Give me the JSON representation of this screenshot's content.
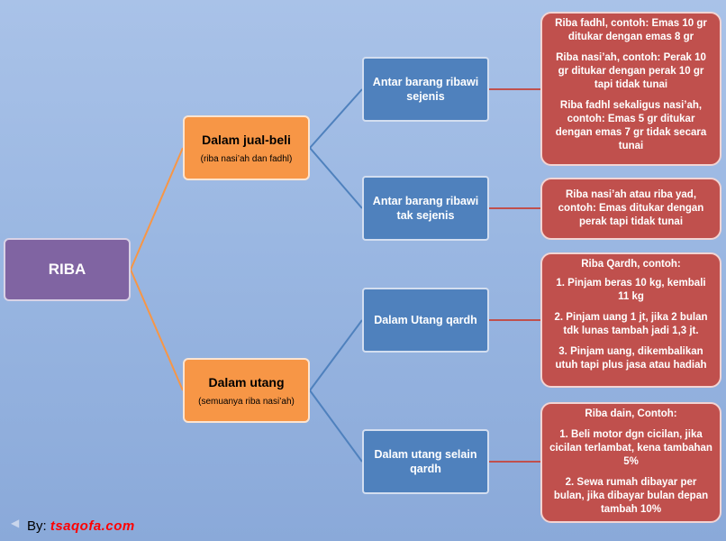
{
  "root": {
    "label": "RIBA"
  },
  "branches": [
    {
      "title": "Dalam jual-beli",
      "subtitle": "(riba nasi’ah  dan fadhl)",
      "children": [
        {
          "label": "Antar barang ribawi sejenis",
          "details": [
            "Riba fadhl, contoh: Emas 10 gr ditukar dengan emas 8 gr",
            "Riba nasi’ah, contoh: Perak 10 gr ditukar dengan perak 10 gr tapi tidak tunai",
            "Riba fadhl sekaligus nasi’ah, contoh: Emas 5 gr ditukar dengan emas 7 gr tidak secara tunai"
          ]
        },
        {
          "label": "Antar barang ribawi tak sejenis",
          "details": [
            "Riba nasi’ah atau riba yad, contoh: Emas ditukar dengan perak tapi tidak tunai"
          ]
        }
      ]
    },
    {
      "title": "Dalam utang",
      "subtitle": "(semuanya riba nasi’ah)",
      "children": [
        {
          "label": "Dalam Utang qardh",
          "details": [
            "Riba Qardh, contoh:",
            "1. Pinjam  beras 10 kg, kembali 11 kg",
            "2. Pinjam  uang 1 jt, jika 2 bulan tdk lunas tambah jadi 1,3 jt.",
            "3. Pinjam  uang,  dikembalikan utuh tapi plus jasa atau hadiah"
          ]
        },
        {
          "label": "Dalam utang selain qardh",
          "details": [
            "Riba dain, Contoh:",
            "1. Beli motor dgn cicilan,  jika cicilan terlambat, kena tambahan 5%",
            "2. Sewa rumah dibayar per bulan, jika dibayar bulan depan tambah 10%"
          ]
        }
      ]
    }
  ],
  "credit": {
    "prefix": "By: ",
    "site": "tsaqofa.com"
  },
  "colors": {
    "root": "#8064a2",
    "level1": "#f79646",
    "level2": "#4f81bd",
    "level3": "#c0504d",
    "line_orange": "#f79646",
    "line_blue": "#4f81bd",
    "line_red": "#c0504d"
  }
}
